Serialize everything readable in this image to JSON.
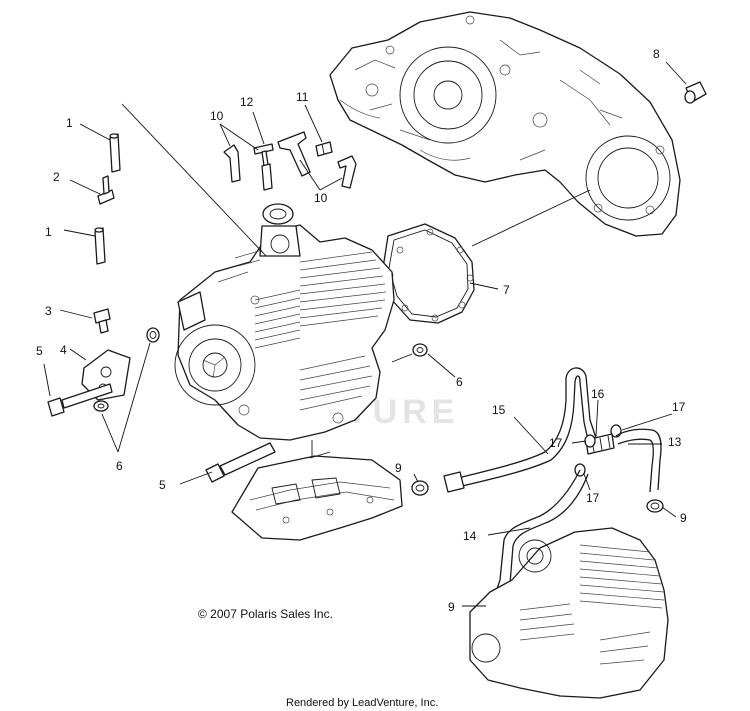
{
  "callouts": {
    "c1a": "1",
    "c1b": "1",
    "c2": "2",
    "c3": "3",
    "c4": "4",
    "c5a": "5",
    "c5b": "5",
    "c6a": "6",
    "c6b": "6",
    "c7": "7",
    "c8": "8",
    "c9a": "9",
    "c9b": "9",
    "c9c": "9",
    "c10a": "10",
    "c10b": "10",
    "c11": "11",
    "c12": "12",
    "c13": "13",
    "c14": "14",
    "c15": "15",
    "c16": "16",
    "c17a": "17",
    "c17b": "17",
    "c17c": "17"
  },
  "watermark": "VENTURE",
  "copyright": "© 2007 Polaris Sales Inc.",
  "rendered_by": "Rendered by LeadVenture, Inc."
}
